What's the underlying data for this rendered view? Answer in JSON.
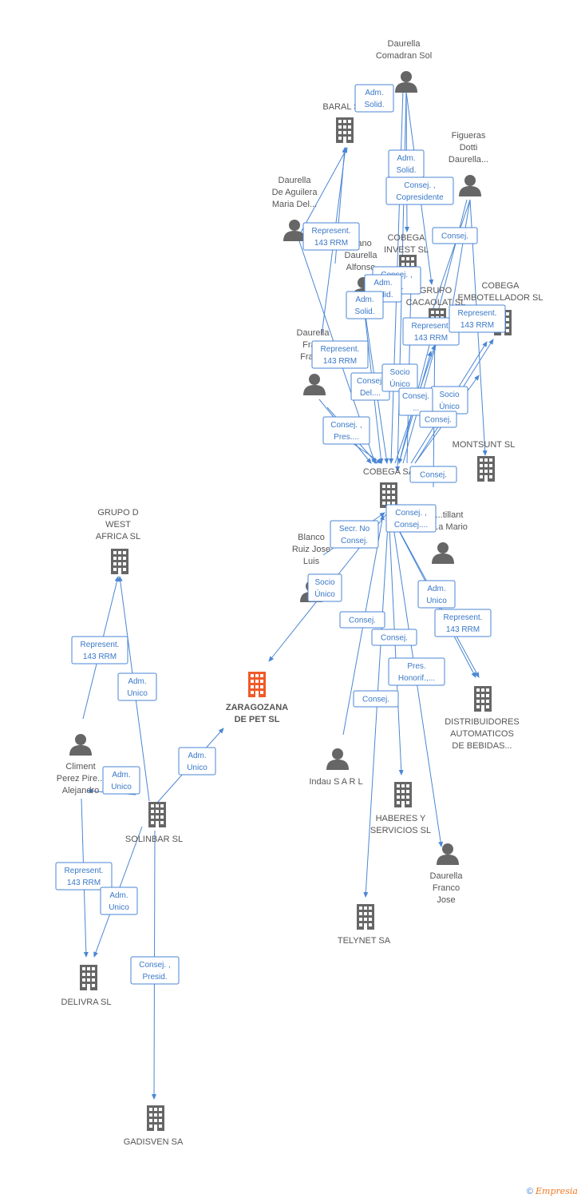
{
  "diagram": {
    "accent_color": "#4a86d4",
    "node_color": "#666666",
    "focus_color": "#f05a28",
    "nodes": [
      {
        "id": "daurella_comadran",
        "kind": "person",
        "label": [
          "Daurella",
          "Comadran Sol"
        ]
      },
      {
        "id": "baral",
        "kind": "company",
        "label": [
          "BARAL S..."
        ]
      },
      {
        "id": "figueras",
        "kind": "person",
        "label": [
          "Figueras",
          "Dotti",
          "Daurella..."
        ]
      },
      {
        "id": "daurella_aguilera",
        "kind": "person",
        "label": [
          "Daurella",
          "De Aguilera",
          "Maria Del..."
        ]
      },
      {
        "id": "daurella_alfonso",
        "kind": "person",
        "label": [
          "...ano",
          "Daurella",
          "Alfonso"
        ]
      },
      {
        "id": "cobega_invest",
        "kind": "company",
        "label": [
          "COBEGA",
          "INVEST SL"
        ]
      },
      {
        "id": "grupo_cacaolat",
        "kind": "company",
        "label": [
          "GRUPO",
          "CACAOLAT SL"
        ]
      },
      {
        "id": "cobega_embotellador",
        "kind": "company",
        "label": [
          "COBEGA",
          "EMBOTELLADOR SL"
        ]
      },
      {
        "id": "daurella_fran",
        "kind": "person",
        "label": [
          "Daurella",
          "Fra...",
          "Fran..."
        ]
      },
      {
        "id": "montsunt",
        "kind": "company",
        "label": [
          "MONTSUNT SL"
        ]
      },
      {
        "id": "cobega",
        "kind": "company",
        "label": [
          "COBEGA SA"
        ]
      },
      {
        "id": "castillant",
        "kind": "person",
        "label": [
          "...tillant",
          "...a Mario"
        ]
      },
      {
        "id": "blanco",
        "kind": "person",
        "label": [
          "Blanco",
          "Ruiz Jose",
          "Luis"
        ]
      },
      {
        "id": "grupo_d",
        "kind": "company",
        "label": [
          "GRUPO D",
          "WEST",
          "AFRICA SL"
        ]
      },
      {
        "id": "zaragozana",
        "kind": "focus",
        "label": [
          "ZARAGOZANA",
          "DE PET SL"
        ]
      },
      {
        "id": "distribuidores",
        "kind": "company",
        "label": [
          "DISTRIBUIDORES",
          "AUTOMATICOS",
          "DE BEBIDAS..."
        ]
      },
      {
        "id": "climent",
        "kind": "person",
        "label": [
          "Climent",
          "Perez Pire...",
          "Alejandro"
        ]
      },
      {
        "id": "indau",
        "kind": "person",
        "label": [
          "Indau S A R L"
        ]
      },
      {
        "id": "solinbar",
        "kind": "company",
        "label": [
          "SOLINBAR SL"
        ]
      },
      {
        "id": "haberes",
        "kind": "company",
        "label": [
          "HABERES Y",
          "SERVICIOS SL"
        ]
      },
      {
        "id": "daurella_franco",
        "kind": "person",
        "label": [
          "Daurella",
          "Franco",
          "Jose"
        ]
      },
      {
        "id": "telynet",
        "kind": "company",
        "label": [
          "TELYNET SA"
        ]
      },
      {
        "id": "delivra",
        "kind": "company",
        "label": [
          "DELIVRA SL"
        ]
      },
      {
        "id": "gadisven",
        "kind": "company",
        "label": [
          "GADISVEN SA"
        ]
      }
    ],
    "relations": [
      [
        "Adm.",
        "Solid."
      ],
      [
        "Adm.",
        "Solid."
      ],
      [
        "Consej. ,",
        "Copresidente"
      ],
      [
        "Represent.",
        "143 RRM"
      ],
      [
        "Consej."
      ],
      [
        "Consej. ,",
        "Vi..."
      ],
      [
        "Adm.",
        "Solid."
      ],
      [
        "Adm.",
        "Solid."
      ],
      [
        "Represent.",
        "143 RRM"
      ],
      [
        "Represent.",
        "143 RRM"
      ],
      [
        "Represent.",
        "143 RRM"
      ],
      [
        "Consej.",
        "Del...."
      ],
      [
        "Socio",
        "Único"
      ],
      [
        "Adm.",
        "Solid."
      ],
      [
        "Socio",
        "Único"
      ],
      [
        "Consej.",
        "..."
      ],
      [
        "Consej."
      ],
      [
        "Consej. ,",
        "Pres...."
      ],
      [
        "Consej."
      ],
      [
        "Consej. ,",
        "Consej...."
      ],
      [
        "Secr.  No",
        "Consej."
      ],
      [
        "Socio",
        "Único"
      ],
      [
        "Adm.",
        "Unico"
      ],
      [
        "Represent.",
        "143 RRM"
      ],
      [
        "Consej."
      ],
      [
        "Consej."
      ],
      [
        "Pres.",
        "Honorif.,..."
      ],
      [
        "Consej."
      ],
      [
        "Represent.",
        "143 RRM"
      ],
      [
        "Adm.",
        "Unico"
      ],
      [
        "Adm.",
        "Unico"
      ],
      [
        "Adm.",
        "Unico"
      ],
      [
        "Represent.",
        "143 RRM"
      ],
      [
        "Adm.",
        "Unico"
      ],
      [
        "Consej. ,",
        "Presid."
      ]
    ]
  },
  "footer": {
    "copyright_symbol": "©",
    "brand": "Empresia"
  }
}
